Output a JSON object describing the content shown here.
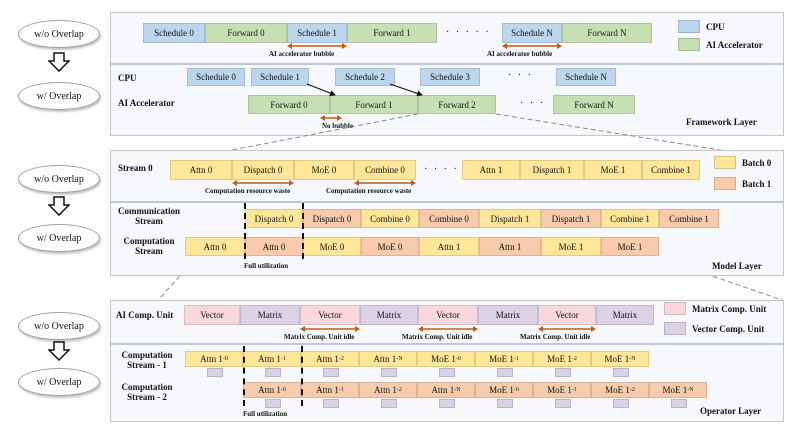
{
  "modes": {
    "without": "w/o Overlap",
    "with": "w/ Overlap"
  },
  "legend": {
    "cpu": "CPU",
    "ai_accel": "AI Accelerator",
    "batch0": "Batch 0",
    "batch1": "Batch 1",
    "matrix_unit": "Matrix Comp. Unit",
    "vector_unit": "Vector  Comp. Unit"
  },
  "colors": {
    "cpu": "#bcd6ee",
    "ai_accel": "#c6e0b4",
    "batch0": "#ffe699",
    "batch1": "#f8cbad",
    "matrix_unit": "#f8d7dc",
    "vector_unit": "#dcd2e8"
  },
  "framework": {
    "layer_label": "Framework Layer",
    "seq_blocks": [
      "Schedule 0",
      "Forward 0",
      "Schedule 1",
      "Forward 1",
      "Schedule N",
      "Forward N"
    ],
    "bubble": "AI accelerator bubble",
    "cpu_label": "CPU",
    "accel_label": "AI Accelerator",
    "cpu_blocks": [
      "Schedule 0",
      "Schedule 1",
      "Schedule 2",
      "Schedule 3",
      "Schedule N"
    ],
    "accel_blocks": [
      "Forward 0",
      "Forward 1",
      "Forward 2",
      "Forward N"
    ],
    "no_bubble": "No bubble",
    "dots": "· · · · ·",
    "dots_short": "· · ·"
  },
  "model": {
    "layer_label": "Model Layer",
    "stream0": "Stream 0",
    "seq_blocks": [
      "Attn 0",
      "Dispatch 0",
      "MoE 0",
      "Combine 0",
      "Attn 1",
      "Dispatch 1",
      "MoE 1",
      "Combine 1"
    ],
    "waste": "Computation resource waste",
    "comm_label": "Communication Stream",
    "comp_label": "Computation Stream",
    "comm_blocks": [
      "Dispatch 0",
      "Dispatch 0",
      "Combine 0",
      "Combine 0",
      "Dispatch 1",
      "Dispatch 1",
      "Combine 1",
      "Combine 1"
    ],
    "comp_blocks": [
      "Attn 0",
      "Attn 0",
      "MoE 0",
      "MoE 0",
      "Attn 1",
      "Attn 1",
      "MoE 1",
      "MoE 1"
    ],
    "full": "Full utilization",
    "dots": "· · · · ·"
  },
  "operator": {
    "layer_label": "Operator Layer",
    "unit_label": "AI Comp. Unit",
    "unit_blocks": [
      "Vector",
      "Matrix",
      "Vector",
      "Matrix",
      "Vector",
      "Matrix",
      "Vector",
      "Matrix"
    ],
    "idle": "Matrix Comp. Unit idle",
    "cs1_label": "Computation Stream - 1",
    "cs2_label": "Computation Stream - 2",
    "cs1_blocks": [
      [
        "Attn 1",
        "-0"
      ],
      [
        "Attn 1",
        "-1"
      ],
      [
        "Attn 1",
        "-2"
      ],
      [
        "Attn 1",
        "-N"
      ],
      [
        "MoE 1",
        "-0"
      ],
      [
        "MoE 1",
        "-1"
      ],
      [
        "MoE 1",
        "-2"
      ],
      [
        "MoE 1",
        "-N"
      ]
    ],
    "cs2_blocks": [
      [
        "Attn 1",
        "-0"
      ],
      [
        "Attn 1",
        "-1"
      ],
      [
        "Attn 1",
        "-2"
      ],
      [
        "Attn 1",
        "-N"
      ],
      [
        "MoE 1",
        "-0"
      ],
      [
        "MoE 1",
        "-1"
      ],
      [
        "MoE 1",
        "-2"
      ],
      [
        "MoE 1",
        "-N"
      ]
    ],
    "full": "Full utilization"
  }
}
